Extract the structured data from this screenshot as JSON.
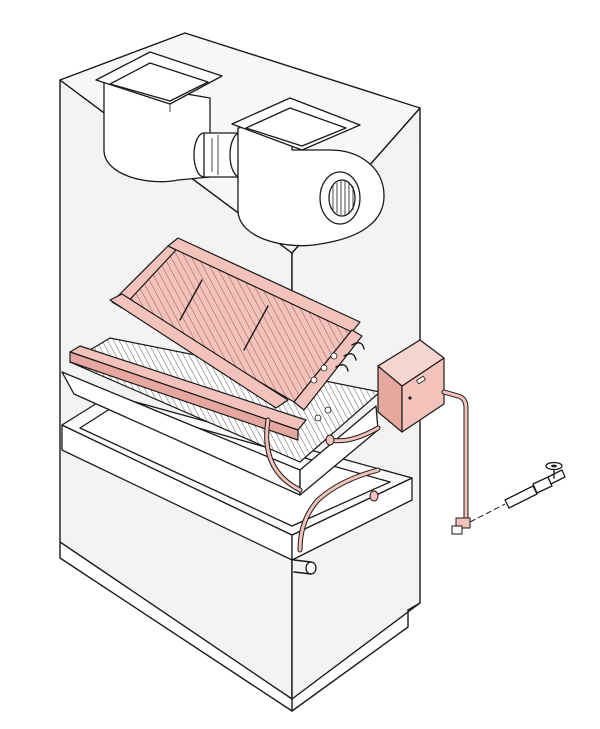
{
  "colors": {
    "background": "#ffffff",
    "cabinet_fill": "#f3f3f3",
    "line": "#1a1a1a",
    "highlight": "#f2c2bb",
    "highlight_dark": "#e6a79e"
  },
  "components": [
    {
      "name": "cabinet",
      "icon": "cabinet-outline"
    },
    {
      "name": "blower-left",
      "icon": "blower-housing"
    },
    {
      "name": "blower-right",
      "icon": "blower-housing"
    },
    {
      "name": "fan-motor",
      "icon": "motor-cylinder"
    },
    {
      "name": "coil-assembly",
      "icon": "finned-coil",
      "highlighted": true
    },
    {
      "name": "control-box",
      "icon": "junction-box",
      "highlighted": true
    },
    {
      "name": "supply-pipe",
      "icon": "pipe",
      "highlighted": true
    },
    {
      "name": "drain-pan",
      "icon": "tray"
    },
    {
      "name": "valve-assembly",
      "icon": "valve"
    }
  ]
}
